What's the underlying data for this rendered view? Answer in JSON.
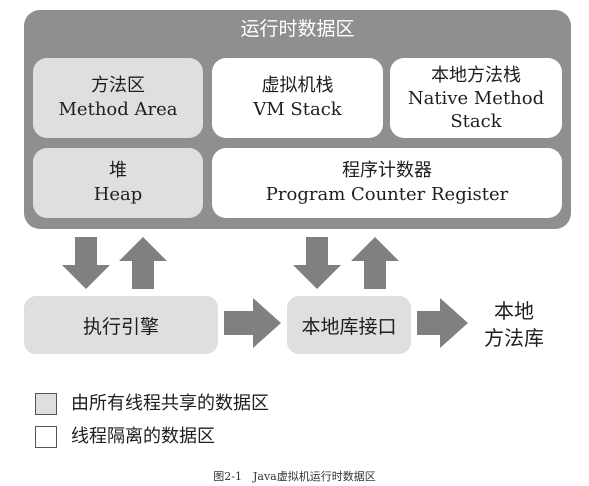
{
  "runtime_area": {
    "title": "运行时数据区",
    "regions": {
      "method_area": {
        "zh": "方法区",
        "en": "Method Area"
      },
      "vm_stack": {
        "zh": "虚拟机栈",
        "en": "VM Stack"
      },
      "native_method_stack": {
        "zh": "本地方法栈",
        "en_line1": "Native Method",
        "en_line2": "Stack"
      },
      "heap": {
        "zh": "堆",
        "en": "Heap"
      },
      "program_counter": {
        "zh": "程序计数器",
        "en": "Program Counter Register"
      }
    }
  },
  "flow": {
    "execution_engine": "执行引擎",
    "native_interface": "本地库接口",
    "native_library_line1": "本地",
    "native_library_line2": "方法库"
  },
  "legend": {
    "shared": "由所有线程共享的数据区",
    "isolated": "线程隔离的数据区"
  },
  "caption": "图2-1　Java虚拟机运行时数据区",
  "colors": {
    "outer_area": "#8e8f91",
    "shared_region": "#dfdfdf",
    "isolated_region": "#ffffff",
    "arrow": "#7f8082"
  }
}
